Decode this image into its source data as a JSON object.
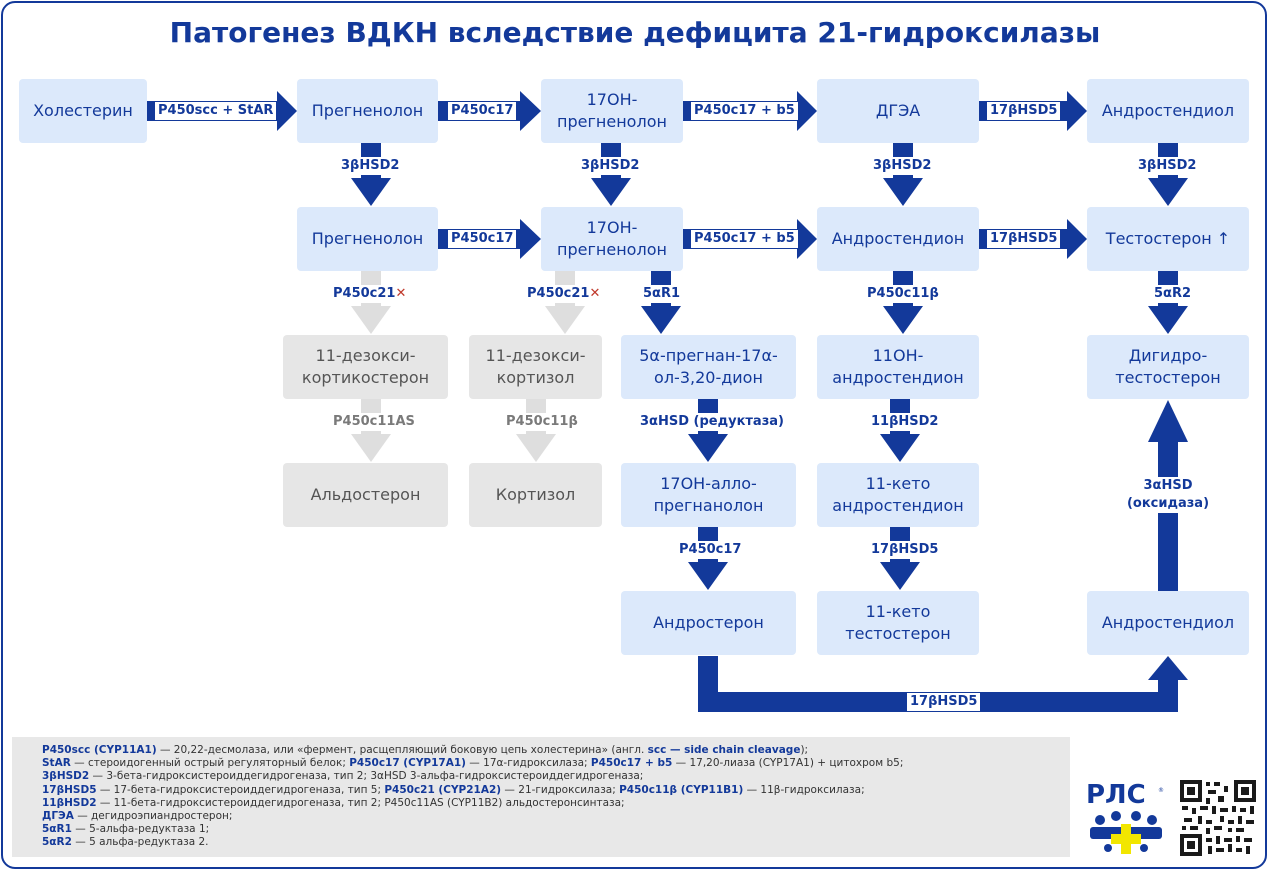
{
  "title": "Патогенез ВДКН вследствие дефицита 21-гидроксилазы",
  "boxes": {
    "cholesterol": "Холестерин",
    "preg1": "Прегненолон",
    "ohpreg1": "17OH-\nпрегненолон",
    "dhea": "ДГЭА",
    "androstenediol1": "Андростендиол",
    "preg2": "Прегненолон",
    "ohpreg2": "17OH-\nпрегненолон",
    "androstenedione": "Андростендион",
    "testosterone": "Тестостерон ↑",
    "deoxycorticosterone": "11-дезокси-\nкортикостерон",
    "deoxycortisol": "11-дезокси-\nкортизол",
    "pregnandione": "5α-прегнан-17α-\nол-3,20-дион",
    "oh_androstenedione": "11OH-\nандростендион",
    "dht": "Дигидро-\nтестостерон",
    "aldosterone": "Альдостерон",
    "cortisol": "Кортизол",
    "allopregnanolone": "17OH-алло-\nпрегнанолон",
    "keto_androstenedione": "11-кето\nандростендион",
    "androsterone": "Андростерон",
    "keto_testosterone": "11-кето\nтестостерон",
    "androstenediol2": "Андростендиол"
  },
  "enzymes": {
    "p450scc_star": "P450scc + StAR",
    "p450c17_a": "P450c17",
    "p450c17_b5_a": "P450c17 + b5",
    "hsd17b5_a": "17βHSD5",
    "hsd3b2_1": "3βHSD2",
    "hsd3b2_2": "3βHSD2",
    "hsd3b2_3": "3βHSD2",
    "hsd3b2_4": "3βHSD2",
    "p450c17_b": "P450c17",
    "p450c17_b5_b": "P450c17 + b5",
    "hsd17b5_b": "17βHSD5",
    "p450c21_a": "P450c21",
    "p450c21_b": "P450c21",
    "srd5a1": "5αR1",
    "p450c11b_a": "P450c11β",
    "srd5a2": "5αR2",
    "p450c11as": "P450c11AS",
    "p450c11b_b": "P450c11β",
    "hsd3a_red": "3αHSD (редуктаза)",
    "hsd11b2": "11βHSD2",
    "hsd3a_ox": "3αHSD\n(оксидаза)",
    "p450c17_c": "P450c17",
    "hsd17b5_c": "17βHSD5",
    "hsd17b5_d": "17βHSD5"
  },
  "cross_mark": "✕",
  "legend": [
    [
      {
        "b": "P450scc (CYP11A1)"
      },
      {
        "t": " — 20,22-десмолаза, или «фермент, расщепляющий боковую цепь холестерина» (англ. "
      },
      {
        "b": "scc — side chain cleavage"
      },
      {
        "t": ");"
      }
    ],
    [
      {
        "b": "StAR"
      },
      {
        "t": " — стероидогенный острый регуляторный белок; "
      },
      {
        "b": "P450c17 (CYP17A1)"
      },
      {
        "t": " — 17α-гидроксилаза; "
      },
      {
        "b": "P450c17 + b5"
      },
      {
        "t": " — 17,20-лиаза (CYP17A1) + цитохром b5;"
      }
    ],
    [
      {
        "b": "3βHSD2"
      },
      {
        "t": " — 3-бета-гидроксистероиддегидрогеназа, тип 2; 3αHSD 3-альфа-гидроксистероиддегидрогеназа;"
      }
    ],
    [
      {
        "b": "17βHSD5"
      },
      {
        "t": " — 17-бета-гидроксистероиддегидрогеназа, тип 5; "
      },
      {
        "b": "P450c21 (CYP21A2)"
      },
      {
        "t": " — 21-гидроксилаза; "
      },
      {
        "b": "P450c11β (CYP11B1)"
      },
      {
        "t": " — 11β-гидроксилаза;"
      }
    ],
    [
      {
        "b": "11βHSD2"
      },
      {
        "t": " — 11-бета-гидроксистероиддегидрогеназа, тип 2; P450c11AS (CYP11B2) альдостеронсинтаза;"
      }
    ],
    [
      {
        "b": "ДГЭА"
      },
      {
        "t": " — дегидроэпиандростерон;"
      }
    ],
    [
      {
        "b": "5αR1"
      },
      {
        "t": " — 5-альфа-редуктаза 1;"
      }
    ],
    [
      {
        "b": "5αR2"
      },
      {
        "t": " — 5 альфа-редуктаза 2."
      }
    ]
  ],
  "logo": {
    "text": "РЛС",
    "reg": "®"
  },
  "colors": {
    "primary": "#13399a",
    "box_blue": "#dce9fb",
    "box_grey": "#e6e6e6",
    "arrow_grey": "#dedede",
    "cross": "#c0392b",
    "plus": "#f2e600"
  }
}
